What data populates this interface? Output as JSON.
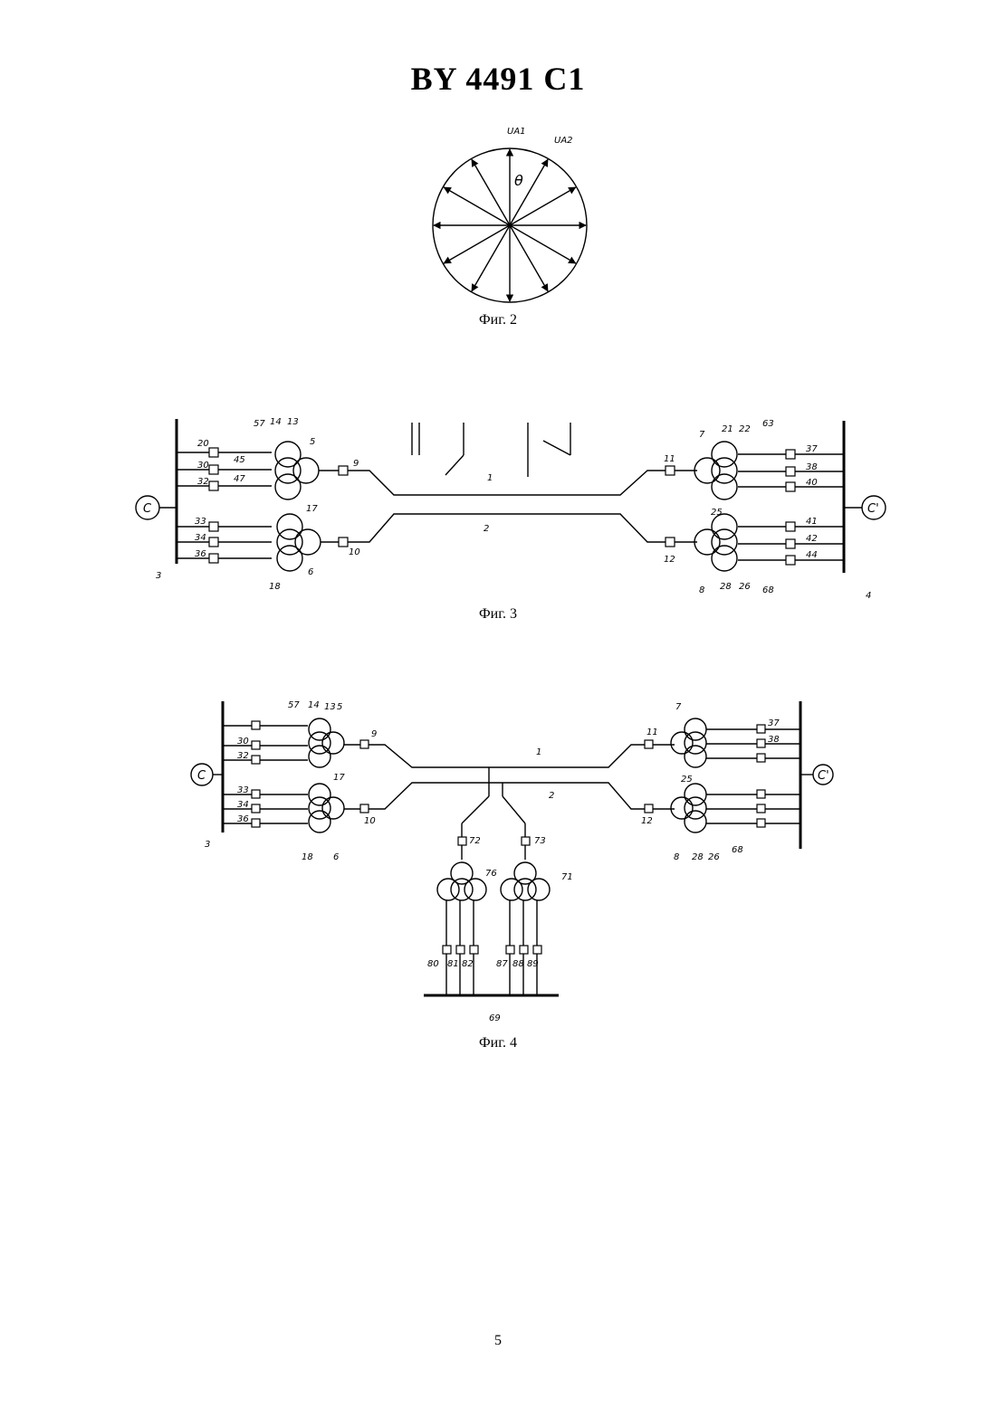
{
  "header": {
    "title": "BY 4491 C1"
  },
  "fig2": {
    "caption": "Фиг. 2",
    "labels": {
      "ua1": "UA1",
      "ua2": "UA2",
      "theta": "θ"
    },
    "vector_count": 12
  },
  "fig3": {
    "caption": "Фиг. 3",
    "source_left": "C",
    "source_right": "C'",
    "line_labels": [
      "1",
      "2"
    ],
    "labels": [
      "20",
      "30",
      "32",
      "33",
      "34",
      "36",
      "45",
      "47",
      "57",
      "14",
      "13",
      "5",
      "17",
      "18",
      "6",
      "9",
      "10",
      "11",
      "12",
      "7",
      "8",
      "3",
      "4",
      "21",
      "22",
      "63",
      "37",
      "38",
      "40",
      "41",
      "42",
      "44",
      "25",
      "28",
      "26",
      "68"
    ]
  },
  "fig4": {
    "caption": "Фиг. 4",
    "source_left": "C",
    "source_right": "C'",
    "line_labels": [
      "1",
      "2"
    ],
    "labels": [
      "30",
      "32",
      "33",
      "34",
      "36",
      "57",
      "14",
      "13",
      "5",
      "17",
      "18",
      "6",
      "9",
      "10",
      "11",
      "12",
      "7",
      "8",
      "3",
      "37",
      "38",
      "25",
      "28",
      "26",
      "68",
      "72",
      "73",
      "76",
      "71",
      "80",
      "81",
      "82",
      "87",
      "88",
      "89",
      "69"
    ]
  },
  "footer": {
    "page_number": "5"
  }
}
